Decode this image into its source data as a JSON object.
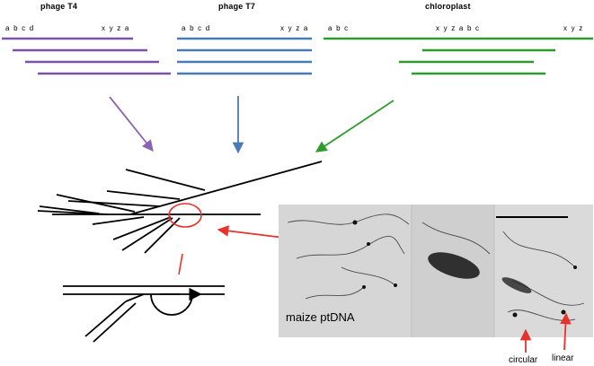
{
  "columns": [
    {
      "title": "phage T4",
      "seq_left": "a b c d",
      "seq_right": "x y z a",
      "color": "#7b52a6"
    },
    {
      "title": "phage T7",
      "seq_left": "a b c d",
      "seq_right": "x y z a",
      "color": "#4a7ab5"
    },
    {
      "title": "chloroplast",
      "seq_left": "a b c",
      "seq_mid": "x y z a b c",
      "seq_right": "x y z",
      "color": "#2e9b2e"
    }
  ],
  "micrograph": {
    "label": "maize ptDNA"
  },
  "forms": {
    "circular": "circular",
    "linear": "linear"
  },
  "colors": {
    "arrow_red": "#e8312b",
    "micro_bg": "#d9d9d9"
  }
}
